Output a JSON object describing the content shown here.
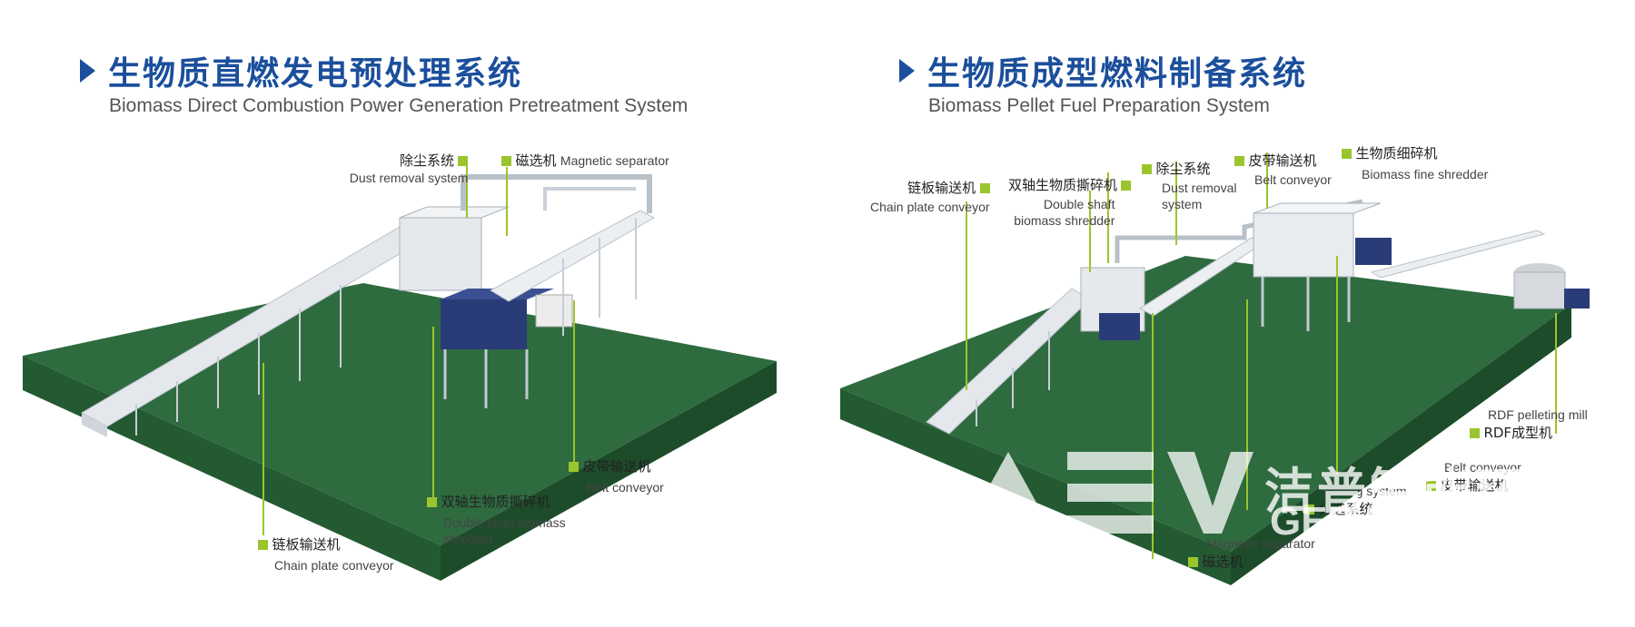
{
  "left": {
    "title_cn": "生物质直燃发电预处理系统",
    "title_en": "Biomass Direct Combustion Power Generation Pretreatment System",
    "callouts": {
      "dust_removal": {
        "cn": "除尘系统",
        "en": "Dust removal system"
      },
      "magnetic_separator": {
        "cn": "磁选机",
        "en": "Magnetic separator"
      },
      "belt_conveyor": {
        "cn": "皮带输送机",
        "en": "Belt conveyor"
      },
      "double_shaft": {
        "cn": "双轴生物质撕碎机",
        "en_1": "Double shaft biomass",
        "en_2": "shredder"
      },
      "chain_plate": {
        "cn": "链板输送机",
        "en": "Chain plate conveyor"
      }
    }
  },
  "right": {
    "title_cn": "生物质成型燃料制备系统",
    "title_en": "Biomass Pellet Fuel Preparation System",
    "callouts": {
      "chain_plate": {
        "cn": "链板输送机",
        "en": "Chain plate conveyor"
      },
      "double_shaft": {
        "cn": "双轴生物质撕碎机",
        "en_1": "Double shaft",
        "en_2": "biomass shredder"
      },
      "dust_removal": {
        "cn": "除尘系统",
        "en_1": "Dust removal",
        "en_2": "system"
      },
      "belt_conveyor_top": {
        "cn": "皮带输送机",
        "en": "Belt conveyor"
      },
      "fine_shredder": {
        "cn": "生物质细碎机",
        "en": "Biomass fine shredder"
      },
      "rdf_mill": {
        "en": "RDF pelleting mill",
        "cn": "RDF成型机"
      },
      "belt_conveyor_bottom": {
        "en": "Belt conveyor",
        "cn": "皮带输送机"
      },
      "sorting": {
        "en": "Sorting system",
        "cn": "分选系统"
      },
      "magnetic_separator": {
        "en": "Magnetic separator",
        "cn": "磁选机"
      }
    }
  },
  "watermark": {
    "cn": "洁普智能环保",
    "en": "GEP ECOTECH"
  },
  "colors": {
    "title_blue": "#1b4f9c",
    "accent_green": "#9ac52d",
    "platform_green": "#2e6b3f"
  }
}
